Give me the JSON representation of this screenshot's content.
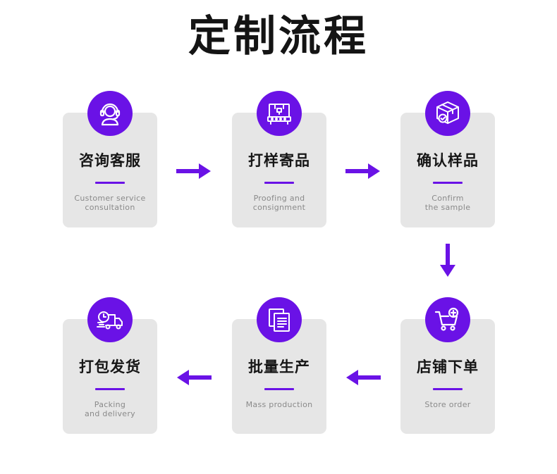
{
  "title": "定制流程",
  "accent_color": "#6a12e6",
  "steps": [
    {
      "title": "咨询客服",
      "sub": [
        "Customer service",
        "consultation"
      ],
      "icon": "headset-icon"
    },
    {
      "title": "打样寄品",
      "sub": [
        "Proofing and",
        "consignment"
      ],
      "icon": "machine-icon"
    },
    {
      "title": "确认样品",
      "sub": [
        "Confirm",
        "the sample"
      ],
      "icon": "package-check-icon"
    },
    {
      "title": "店铺下单",
      "sub": [
        "Store order"
      ],
      "icon": "cart-plus-icon"
    },
    {
      "title": "批量生产",
      "sub": [
        "Mass production"
      ],
      "icon": "documents-icon"
    },
    {
      "title": "打包发货",
      "sub": [
        "Packing",
        "and delivery"
      ],
      "icon": "delivery-truck-icon"
    }
  ]
}
